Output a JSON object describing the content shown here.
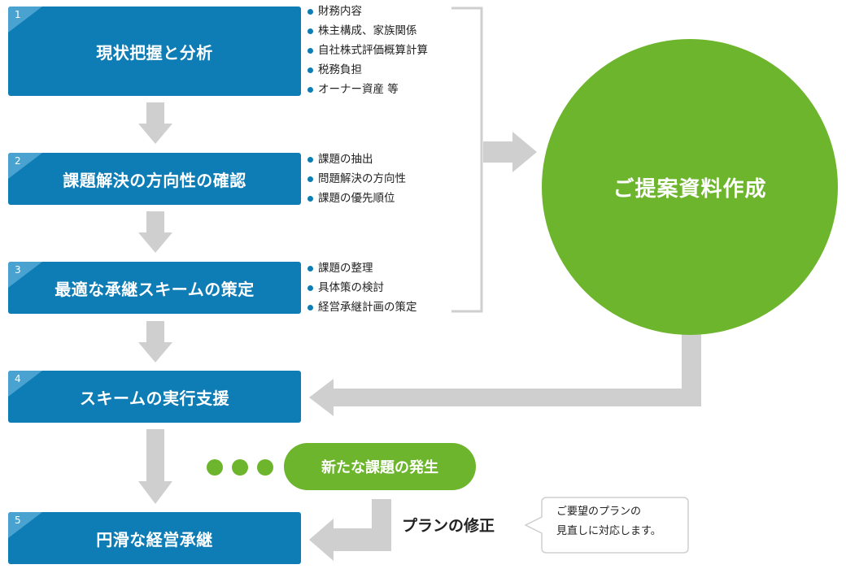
{
  "steps": [
    {
      "number": "1",
      "title": "現状把握と分析"
    },
    {
      "number": "2",
      "title": "課題解決の方向性の確認"
    },
    {
      "number": "3",
      "title": "最適な承継スキームの策定"
    },
    {
      "number": "4",
      "title": "スキームの実行支援"
    },
    {
      "number": "5",
      "title": "円滑な経営承継"
    }
  ],
  "bullets": {
    "step1": [
      "財務内容",
      "株主構成、家族関係",
      "自社株式評価概算計算",
      "税務負担",
      "オーナー資産 等"
    ],
    "step2": [
      "課題の抽出",
      "問題解決の方向性",
      "課題の優先順位"
    ],
    "step3": [
      "課題の整理",
      "具体策の検討",
      "経営承継計画の策定"
    ]
  },
  "proposal": "ご提案資料作成",
  "new_issue": "新たな課題の発生",
  "plan_fix": "プランの修正",
  "note": [
    "ご要望のプランの",
    "見直しに対応します。"
  ],
  "colors": {
    "step_blue": "#0e7db5",
    "accent_green": "#6cb52c",
    "arrow_gray": "#cfcfcf"
  }
}
